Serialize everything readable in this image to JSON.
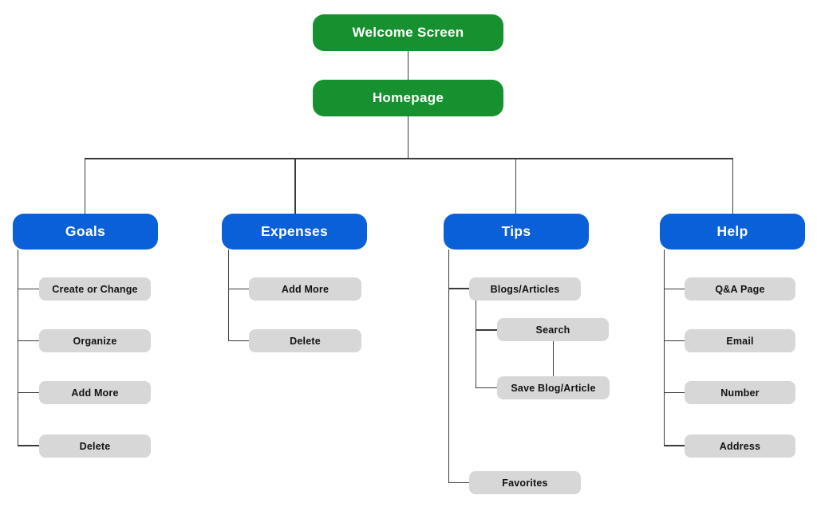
{
  "diagram": {
    "type": "sitemap-flowchart",
    "colors": {
      "root_node": "#17912F",
      "branch_node": "#0A60D8",
      "leaf_node": "#D7D7D7",
      "connector": "#3A3A3A",
      "root_text": "#FFFFFF",
      "leaf_text": "#111111",
      "background": "#FFFFFF"
    },
    "root": {
      "label": "Welcome Screen"
    },
    "homepage": {
      "label": "Homepage"
    },
    "branches": [
      {
        "label": "Goals",
        "children": [
          {
            "label": "Create or Change"
          },
          {
            "label": "Organize"
          },
          {
            "label": "Add More"
          },
          {
            "label": "Delete"
          }
        ]
      },
      {
        "label": "Expenses",
        "children": [
          {
            "label": "Add More"
          },
          {
            "label": "Delete"
          }
        ]
      },
      {
        "label": "Tips",
        "children": [
          {
            "label": "Blogs/Articles",
            "children": [
              {
                "label": "Search"
              },
              {
                "label": "Save Blog/Article"
              }
            ]
          },
          {
            "label": "Favorites"
          }
        ]
      },
      {
        "label": "Help",
        "children": [
          {
            "label": "Q&A Page"
          },
          {
            "label": "Email"
          },
          {
            "label": "Number"
          },
          {
            "label": "Address"
          }
        ]
      }
    ]
  }
}
